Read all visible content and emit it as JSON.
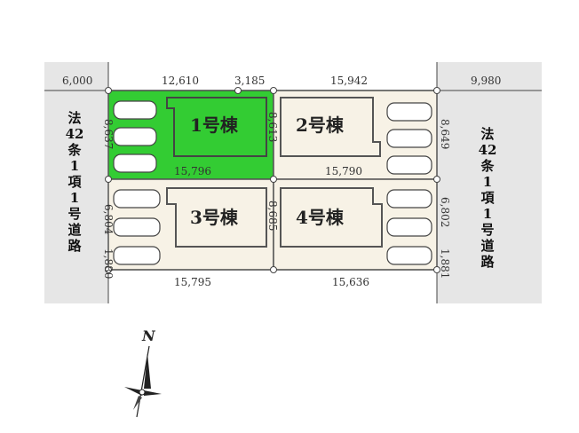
{
  "frontage": {
    "left": "6,000",
    "top_segment_1": "12,610",
    "top_segment_2": "3,185",
    "top_segment_3": "15,942",
    "right": "9,980"
  },
  "roads": {
    "left_label": [
      "法",
      "42",
      "条",
      "1",
      "項",
      "1",
      "号",
      "道",
      "路"
    ],
    "right_label": [
      "法",
      "42",
      "条",
      "1",
      "項",
      "1",
      "号",
      "道",
      "路"
    ]
  },
  "buildings": {
    "b1": "1号棟",
    "b2": "2号棟",
    "b3": "3号棟",
    "b4": "4号棟"
  },
  "dimensions": {
    "left_upper": "8,637",
    "left_middle": "6,804",
    "left_lower": "1,880",
    "mid_upper": "8,613",
    "mid_lower": "8,685",
    "right_upper": "8,649",
    "right_middle": "6,802",
    "right_lower": "1,881",
    "b1_bottom": "15,796",
    "b2_bottom": "15,790",
    "bottom_left": "15,795",
    "bottom_right": "15,636"
  },
  "compass": {
    "north_label": "N"
  },
  "colors": {
    "highlight": "#33cc33",
    "lot_fill": "#f7f2e6",
    "road_fill": "#e6e6e6"
  }
}
